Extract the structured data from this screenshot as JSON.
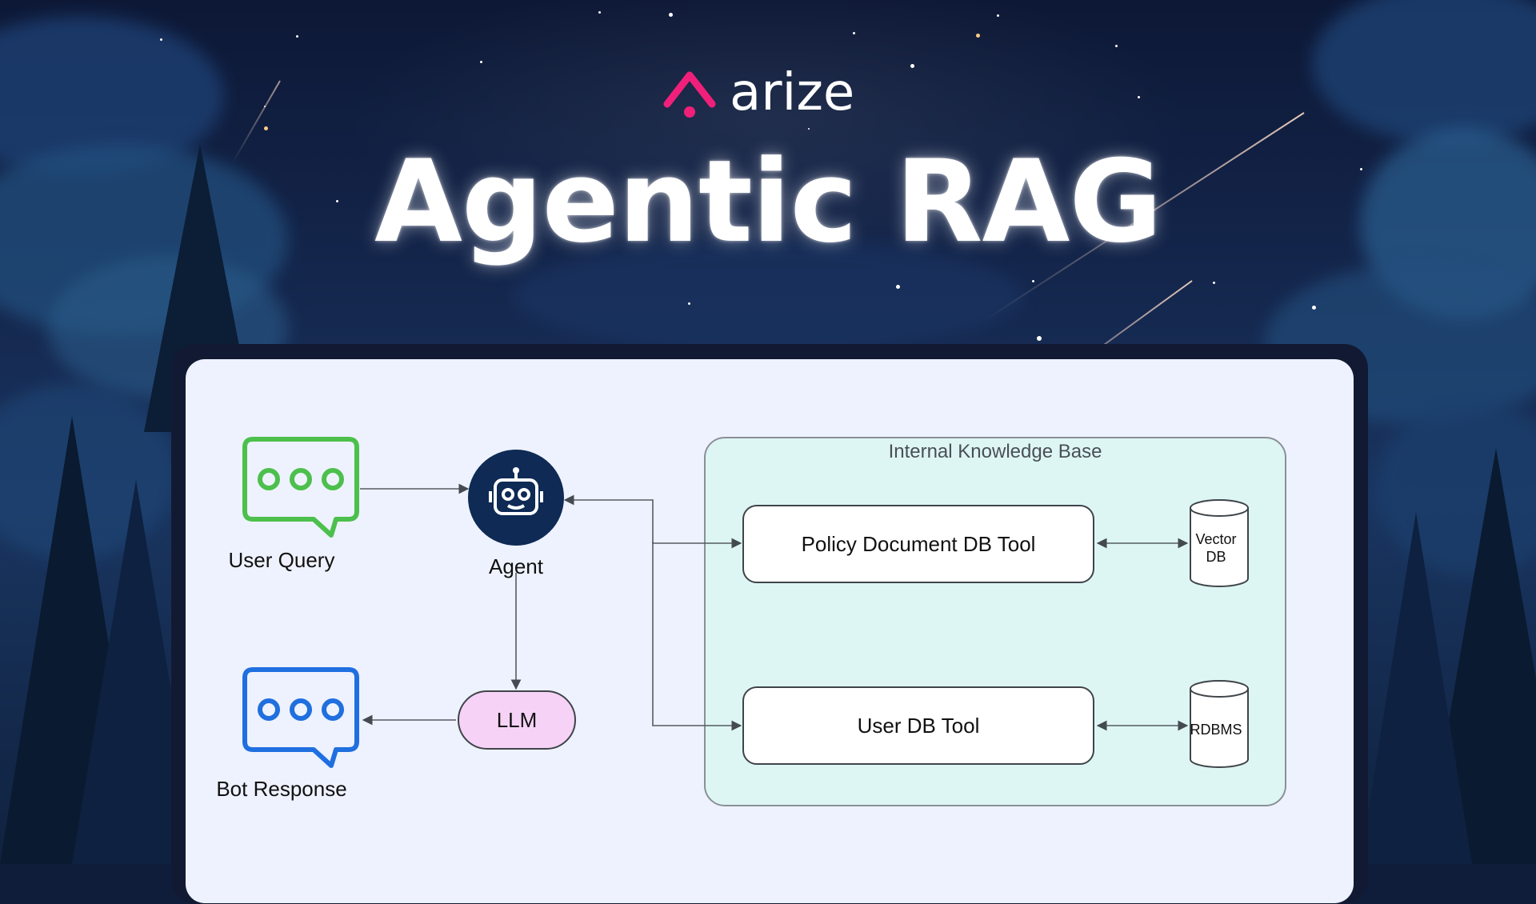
{
  "header": {
    "brand": "arize",
    "title": "Agentic RAG"
  },
  "diagram": {
    "nodes": {
      "user_query": "User Query",
      "agent": "Agent",
      "bot_response": "Bot Response",
      "llm": "LLM",
      "knowledge_base": "Internal Knowledge Base",
      "policy_tool": "Policy Document DB Tool",
      "user_tool": "User DB Tool",
      "vector_db_line1": "Vector",
      "vector_db_line2": "DB",
      "rdbms": "RDBMS"
    },
    "icons": {
      "user_query": "chat-bubble-icon",
      "bot_response": "chat-bubble-icon",
      "agent": "robot-icon",
      "vector_db": "database-cylinder-icon",
      "rdbms": "database-cylinder-icon"
    }
  },
  "colors": {
    "brand_accent": "#f0207a",
    "user_query_bubble": "#4cc04c",
    "bot_response_bubble": "#1f6fe0",
    "agent_circle": "#0e2a55",
    "llm_fill": "#f6d3f6",
    "knowledge_base_fill": "#ddf6f4",
    "card_background": "#eef2fe"
  }
}
